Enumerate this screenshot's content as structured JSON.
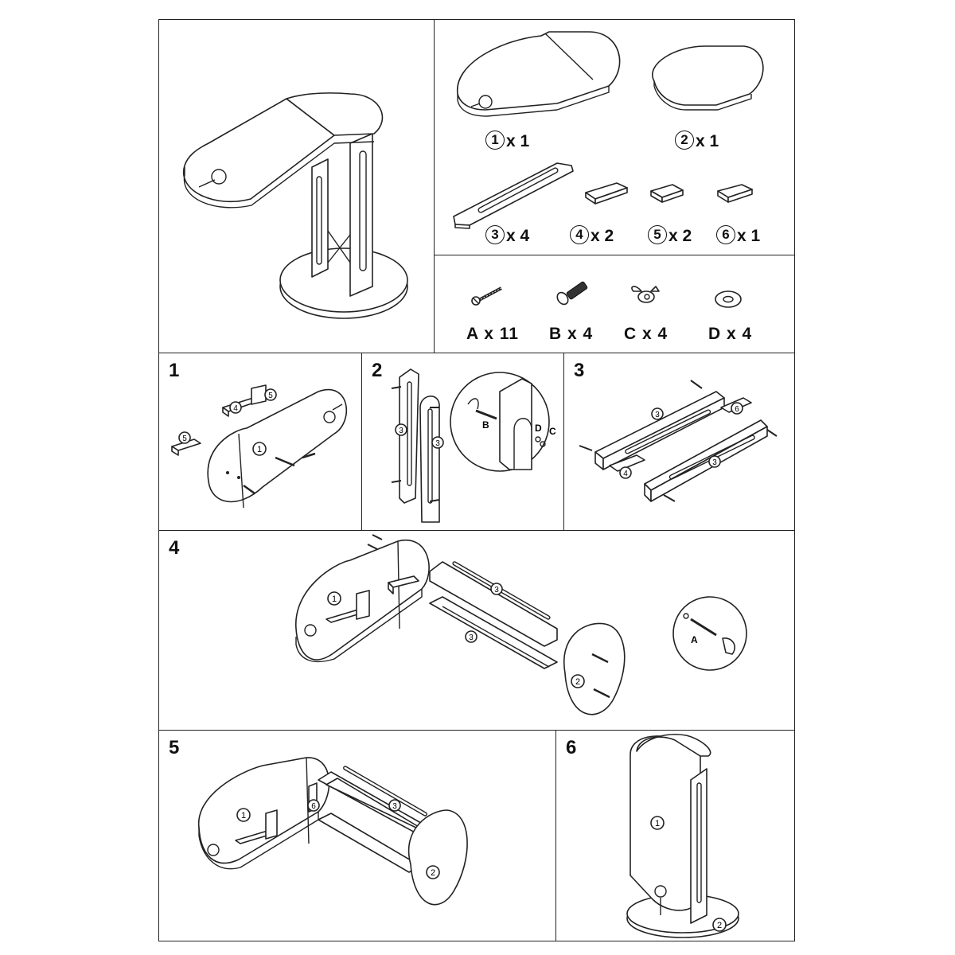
{
  "parts": [
    {
      "id": "1",
      "qty": "x 1"
    },
    {
      "id": "2",
      "qty": "x 1"
    },
    {
      "id": "3",
      "qty": "x 4"
    },
    {
      "id": "4",
      "qty": "x 2"
    },
    {
      "id": "5",
      "qty": "x 2"
    },
    {
      "id": "6",
      "qty": "x 1"
    }
  ],
  "hardware": [
    {
      "id": "A",
      "label": "A x 11",
      "icon": "wood-screw-icon"
    },
    {
      "id": "B",
      "label": "B x 4",
      "icon": "bolt-icon"
    },
    {
      "id": "C",
      "label": "C x 4",
      "icon": "wing-nut-icon"
    },
    {
      "id": "D",
      "label": "D x 4",
      "icon": "washer-icon"
    }
  ],
  "steps": [
    {
      "number": "1",
      "callouts": [
        "5",
        "4",
        "5",
        "1"
      ]
    },
    {
      "number": "2",
      "callouts": [
        "3",
        "3",
        "B",
        "D",
        "C"
      ]
    },
    {
      "number": "3",
      "callouts": [
        "3",
        "6",
        "4",
        "3"
      ]
    },
    {
      "number": "4",
      "callouts": [
        "1",
        "3",
        "3",
        "2",
        "A"
      ]
    },
    {
      "number": "5",
      "callouts": [
        "1",
        "6",
        "3",
        "2"
      ]
    },
    {
      "number": "6",
      "callouts": [
        "1",
        "2"
      ]
    }
  ]
}
